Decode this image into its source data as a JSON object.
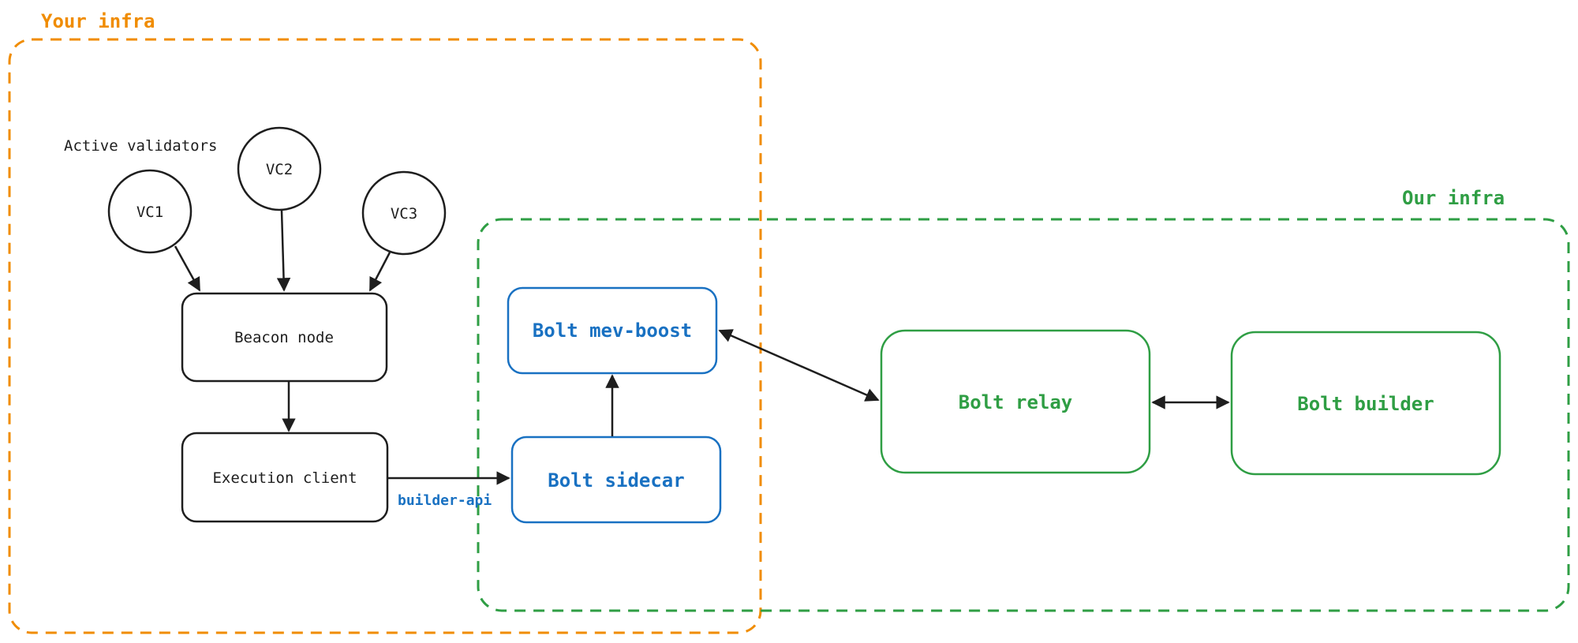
{
  "regions": {
    "your_infra": {
      "label": "Your infra",
      "color": "#f08c00"
    },
    "our_infra": {
      "label": "Our infra",
      "color": "#2f9e44"
    }
  },
  "validators": {
    "heading": "Active validators",
    "items": [
      "VC1",
      "VC2",
      "VC3"
    ]
  },
  "nodes": {
    "beacon_node": "Beacon node",
    "execution_client": "Execution client",
    "bolt_mev_boost": "Bolt mev-boost",
    "bolt_sidecar": "Bolt sidecar",
    "bolt_relay": "Bolt relay",
    "bolt_builder": "Bolt builder"
  },
  "edges": {
    "builder_api_label": "builder-api"
  },
  "colors": {
    "ink": "#1e1e1e",
    "blue": "#1971c2",
    "green": "#2f9e44",
    "orange": "#f08c00"
  }
}
